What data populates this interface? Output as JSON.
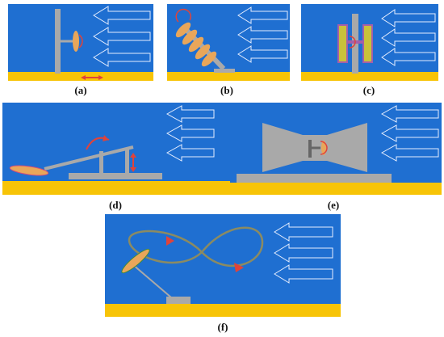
{
  "colors": {
    "water": "#1F6FD1",
    "ground": "#F7C407",
    "structure": "#A9A9A9",
    "arrow_outline": "#E6EEFF",
    "blade": "#E8A65A",
    "path": "#8B8B62",
    "marker": "#E0433A"
  },
  "panels": [
    {
      "id": "a",
      "label": "(a)"
    },
    {
      "id": "b",
      "label": "(b)"
    },
    {
      "id": "c",
      "label": "(c)"
    },
    {
      "id": "d",
      "label": "(d)"
    },
    {
      "id": "e",
      "label": "(e)"
    },
    {
      "id": "f",
      "label": "(f)"
    }
  ],
  "icons": {
    "flow": "flow-arrow-icon",
    "motion": "motion-arrow-icon",
    "rotation": "rotation-arrow-icon"
  }
}
